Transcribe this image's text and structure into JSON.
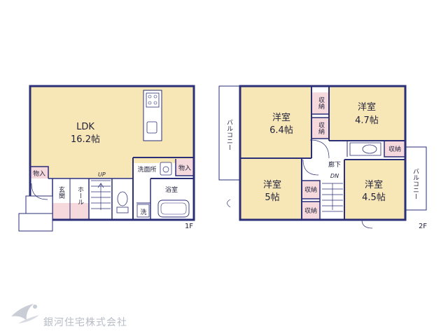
{
  "floor1": {
    "tag": "1F",
    "ldk": {
      "name": "LDK",
      "size": "16.2帖"
    },
    "storage_entrance": "物入",
    "storage_utility": "物入",
    "entrance": "玄関",
    "hall": "ホール",
    "stairs_up": "UP",
    "washroom": "洗面所",
    "bathroom": "浴室",
    "laundry": "洗"
  },
  "floor2": {
    "tag": "2F",
    "room_a": {
      "name": "洋室",
      "size": "6.4帖"
    },
    "room_b": {
      "name": "洋室",
      "size": "4.7帖"
    },
    "room_c": {
      "name": "洋室",
      "size": "5帖"
    },
    "room_d": {
      "name": "洋室",
      "size": "4.5帖"
    },
    "closet": "収納",
    "corridor": "廊下",
    "stairs_down": "DN",
    "balcony": "バルコニー"
  },
  "company": "銀河住宅株式会社",
  "colors": {
    "wall": "#2a2f77",
    "room_fill": "#f8e7b6",
    "closet_fill": "#f6d9dc",
    "company_text": "#b7bcc6"
  }
}
